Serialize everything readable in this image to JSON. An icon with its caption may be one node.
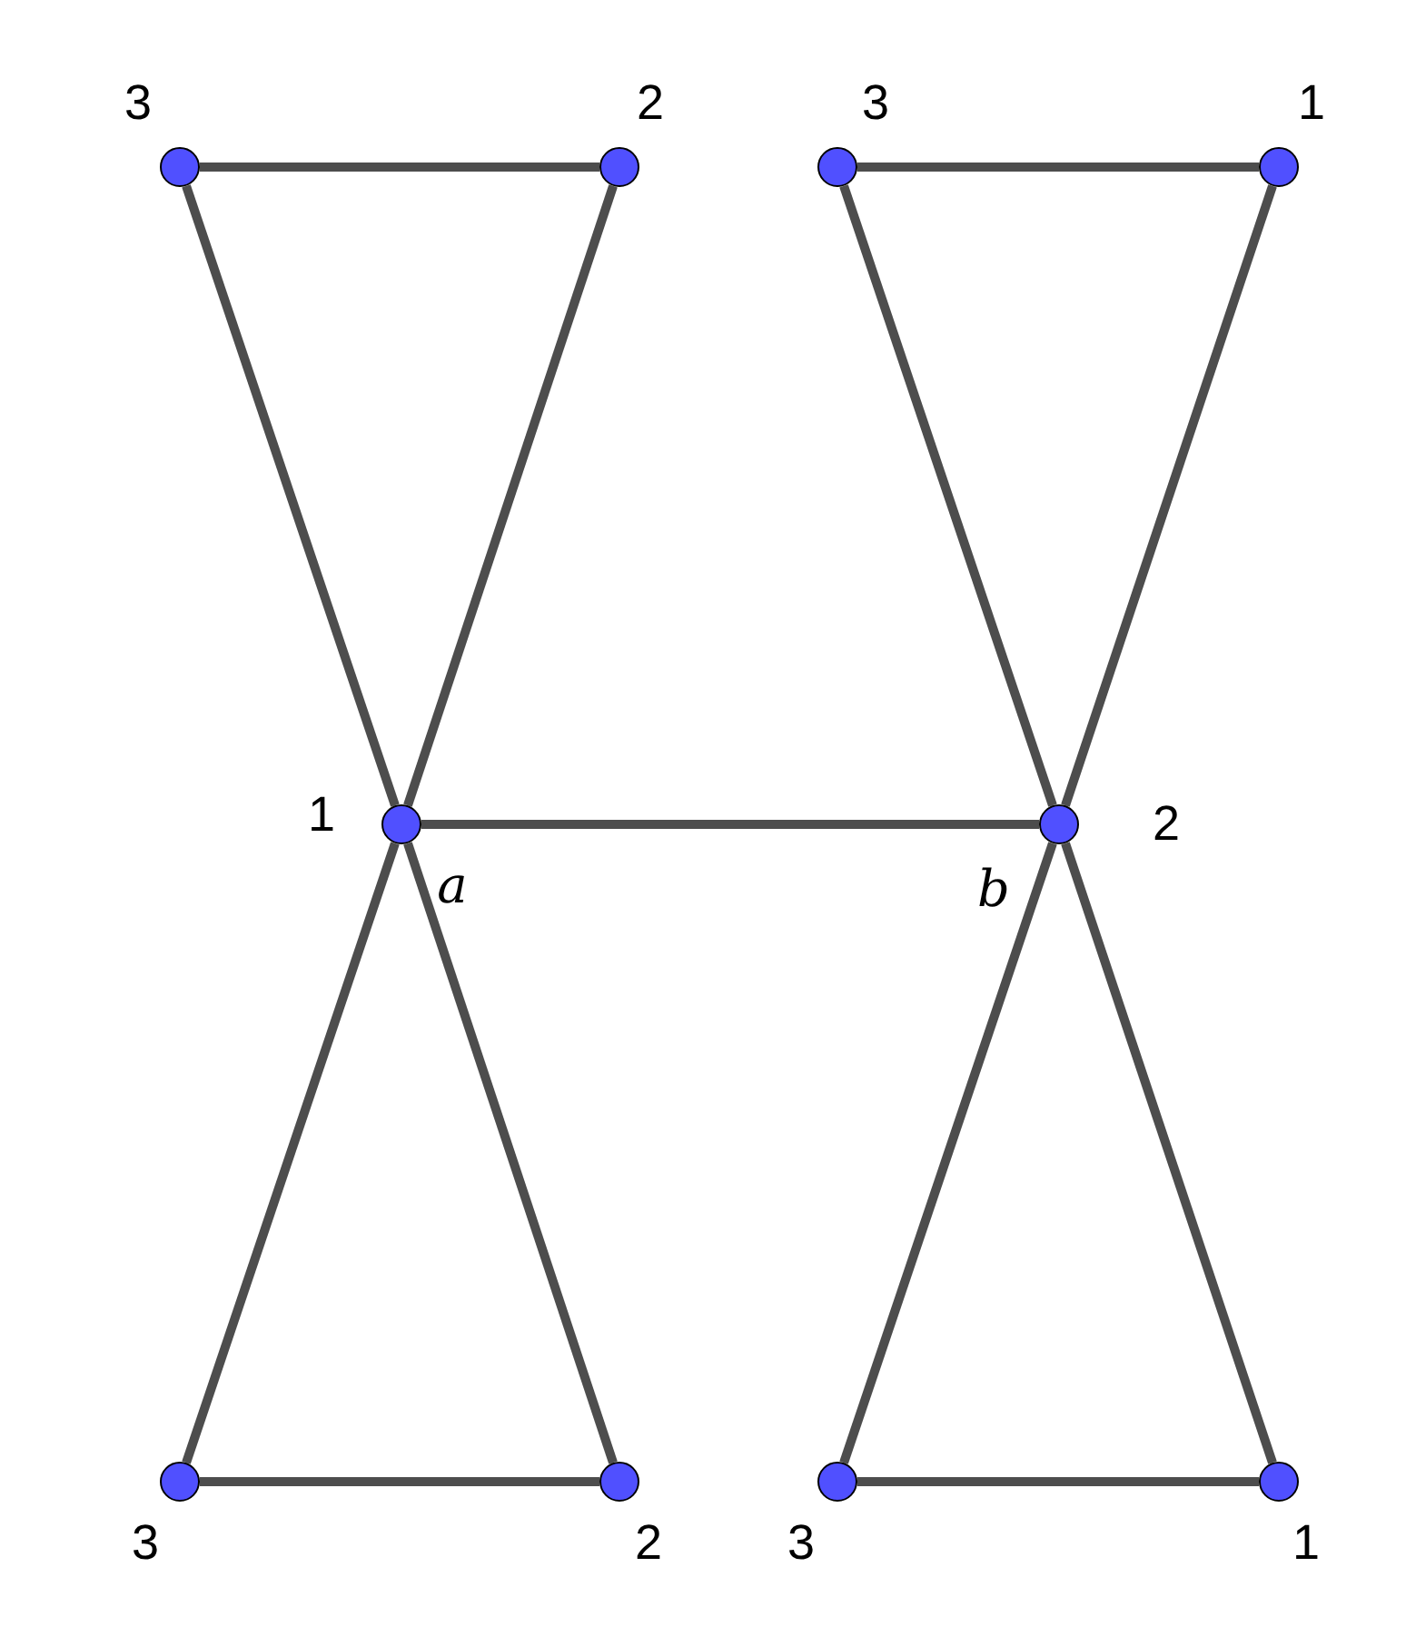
{
  "diagram": {
    "nodes": [
      {
        "text": [],
        "shape": "circle",
        "beside": [
          "3"
        ]
      },
      {
        "text": [],
        "shape": "circle",
        "beside": [
          "2"
        ]
      },
      {
        "text": [],
        "shape": "circle",
        "beside": [
          "3"
        ]
      },
      {
        "text": [],
        "shape": "circle",
        "beside": [
          "1"
        ]
      },
      {
        "text": [],
        "shape": "circle",
        "beside": [
          "1",
          "a"
        ]
      },
      {
        "text": [],
        "shape": "circle",
        "beside": [
          "2",
          "b"
        ]
      },
      {
        "text": [],
        "shape": "circle",
        "beside": [
          "3"
        ]
      },
      {
        "text": [],
        "shape": "circle",
        "beside": [
          "2"
        ]
      },
      {
        "text": [],
        "shape": "circle",
        "beside": [
          "3"
        ]
      },
      {
        "text": [],
        "shape": "circle",
        "beside": [
          "1"
        ]
      }
    ],
    "edges": [
      {
        "from": 0,
        "to": 1,
        "arrow": "none"
      },
      {
        "from": 0,
        "to": 4,
        "arrow": "none"
      },
      {
        "from": 1,
        "to": 4,
        "arrow": "none"
      },
      {
        "from": 2,
        "to": 3,
        "arrow": "none"
      },
      {
        "from": 2,
        "to": 5,
        "arrow": "none"
      },
      {
        "from": 3,
        "to": 5,
        "arrow": "none"
      },
      {
        "from": 4,
        "to": 5,
        "arrow": "none"
      },
      {
        "from": 4,
        "to": 6,
        "arrow": "none"
      },
      {
        "from": 4,
        "to": 7,
        "arrow": "none"
      },
      {
        "from": 6,
        "to": 7,
        "arrow": "none"
      },
      {
        "from": 5,
        "to": 8,
        "arrow": "none"
      },
      {
        "from": 5,
        "to": 9,
        "arrow": "none"
      },
      {
        "from": 8,
        "to": 9,
        "arrow": "none"
      }
    ]
  }
}
